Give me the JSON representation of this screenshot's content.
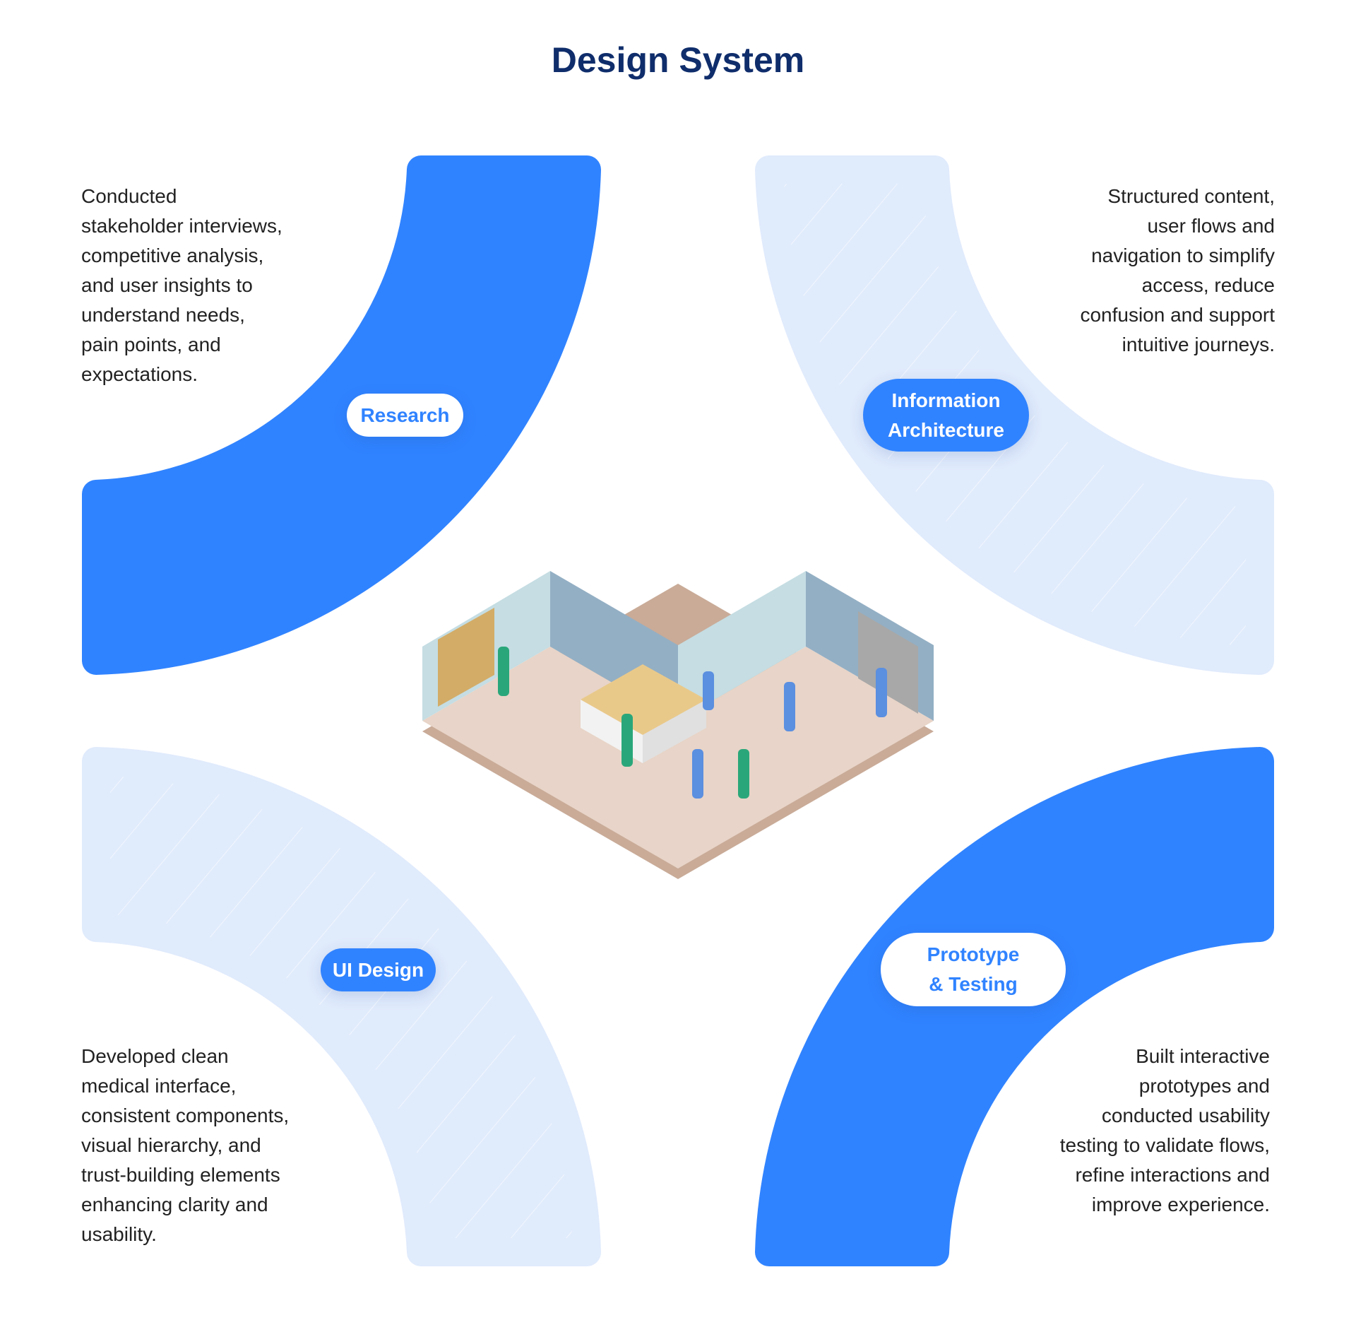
{
  "title": "Design System",
  "colors": {
    "accent": "#3083ff",
    "light": "#e0ebfc",
    "title": "#0f2d6b",
    "text": "#222222"
  },
  "steps": [
    {
      "label": "Research",
      "description": "Conducted\nstakeholder interviews,\ncompetitive analysis,\nand user insights to\nunderstand needs,\npain points, and\nexpectations."
    },
    {
      "label": "Information\nArchitecture",
      "description": "Structured content,\nuser flows and\nnavigation to simplify\naccess, reduce\nconfusion and support\nintuitive journeys."
    },
    {
      "label": "UI Design",
      "description": "Developed clean\nmedical interface,\nconsistent components,\nvisual hierarchy, and\ntrust-building elements\nenhancing clarity and\nusability."
    },
    {
      "label": "Prototype\n& Testing",
      "description": "Built interactive\nprototypes and\nconducted usability\ntesting to validate flows,\nrefine interactions and\nimprove experience."
    }
  ],
  "illustration": "hospital-reception-isometric"
}
